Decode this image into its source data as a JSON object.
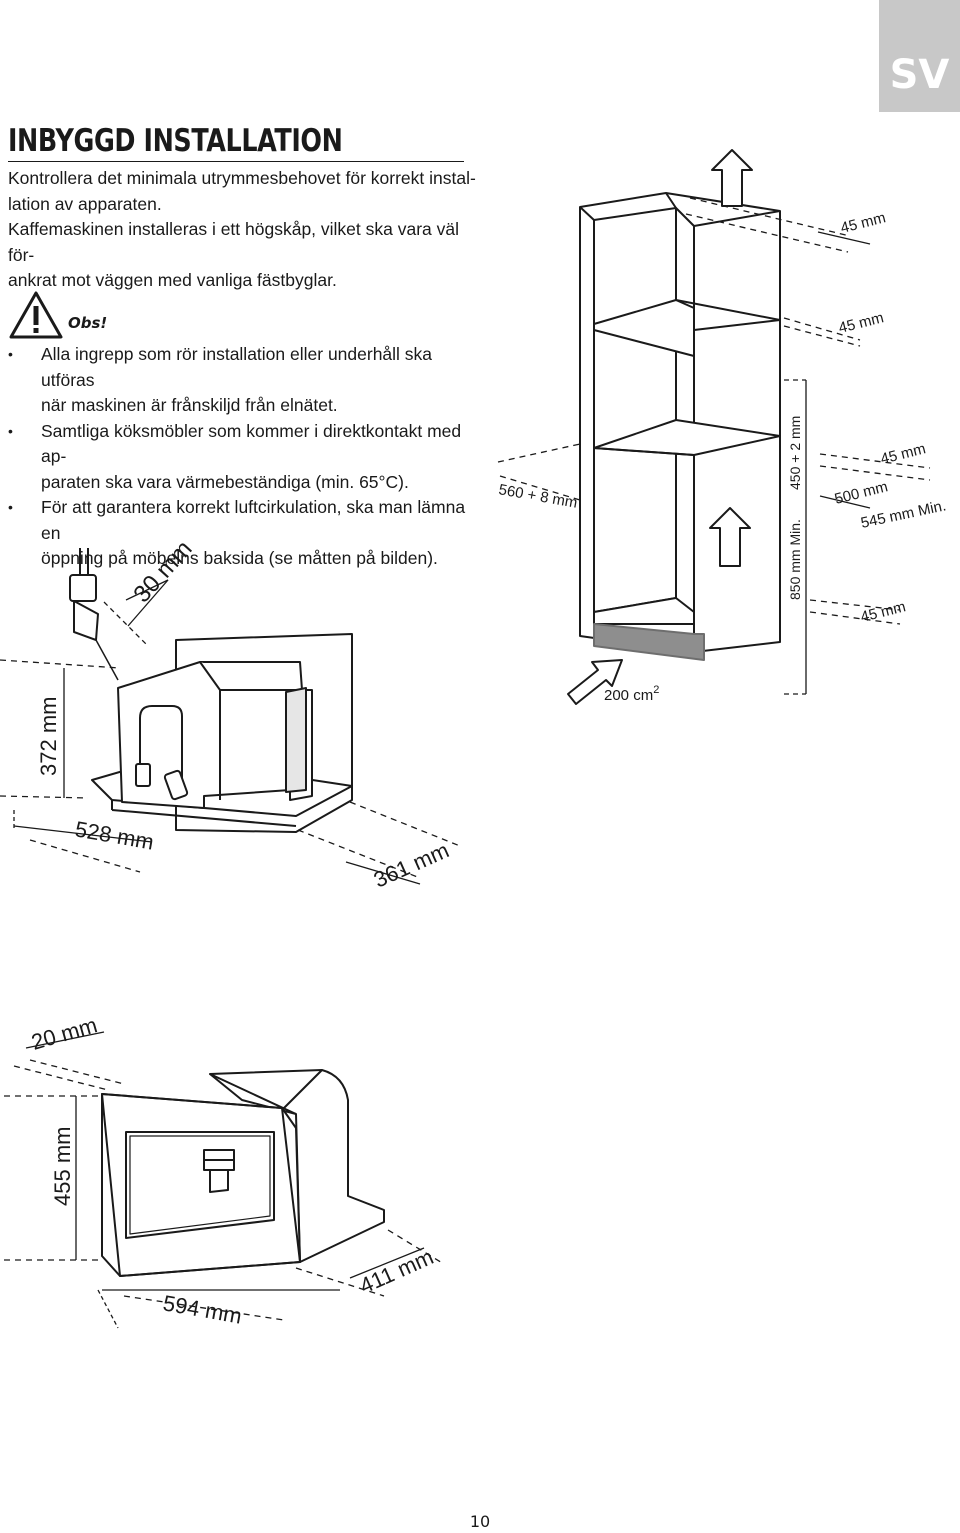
{
  "language_tab": "SV",
  "heading": "INBYGGD INSTALLATION",
  "intro": [
    "Kontrollera det minimala utrymmesbehovet för korrekt instal-",
    "lation av apparaten.",
    "Kaffemaskinen installeras i ett högskåp, vilket ska vara väl för-",
    "ankrat mot väggen med vanliga fästbyglar."
  ],
  "warning": {
    "icon": "warning-triangle-icon",
    "label": "Obs!"
  },
  "bullets": [
    {
      "line1": "Alla ingrepp som rör installation eller underhåll ska utföras",
      "line2": "när maskinen är frånskiljd från elnätet."
    },
    {
      "line1": "Samtliga köksmöbler som kommer i direktkontakt med ap-",
      "line2": "paraten ska vara värmebeständiga (min. 65°C)."
    },
    {
      "line1": "För att garantera korrekt luftcirkulation, ska man lämna en",
      "line2": "öppning på möbelns baksida (se måtten på bilden)."
    }
  ],
  "cabinet_dims": {
    "top_gap": "45 mm",
    "shelf_gap": "45 mm",
    "width": "560 + 8 mm",
    "niche_height": "450 + 2 mm",
    "total_height": "850 mm Min.",
    "side_gap": "45 mm",
    "depth": "500 mm",
    "depth_min": "545 mm Min.",
    "bottom_gap": "45 mm",
    "vent_area": "200 cm",
    "vent_area_sup": "2"
  },
  "machine_dims": {
    "cable_gap": "30 mm",
    "height": "372 mm",
    "width": "528 mm",
    "depth": "361 mm"
  },
  "frame_dims": {
    "frame_depth": "20 mm",
    "height": "455 mm",
    "width": "594 mm",
    "depth": "411 mm"
  },
  "page_number": "10"
}
